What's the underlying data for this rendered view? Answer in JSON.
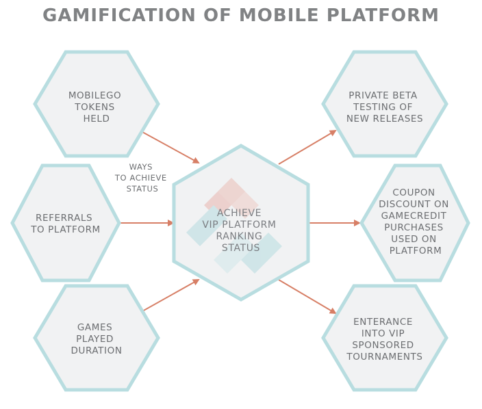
{
  "title": "GAMIFICATION OF MOBILE PLATFORM",
  "colors": {
    "hex_fill": "#f1f2f3",
    "hex_stroke": "#b8dde0",
    "arrow": "#d77f66",
    "text": "#6b6d70"
  },
  "annotation": [
    "WAYS",
    "TO ACHIEVE",
    "STATUS"
  ],
  "nodes": {
    "mobilego": [
      "MOBILEGO",
      "TOKENS",
      "HELD"
    ],
    "referrals": [
      "REFERRALS",
      "TO PLATFORM"
    ],
    "games": [
      "GAMES",
      "PLAYED",
      "DURATION"
    ],
    "center": [
      "ACHIEVE",
      "VIP PLATFORM",
      "RANKING",
      "STATUS"
    ],
    "beta": [
      "PRIVATE BETA",
      "TESTING OF",
      "NEW RELEASES"
    ],
    "coupon": [
      "COUPON",
      "DISCOUNT ON",
      "GAMECREDIT",
      "PURCHASES",
      "USED ON",
      "PLATFORM"
    ],
    "tournaments": [
      "ENTERANCE",
      "INTO VIP",
      "SPONSORED",
      "TOURNAMENTS"
    ]
  }
}
